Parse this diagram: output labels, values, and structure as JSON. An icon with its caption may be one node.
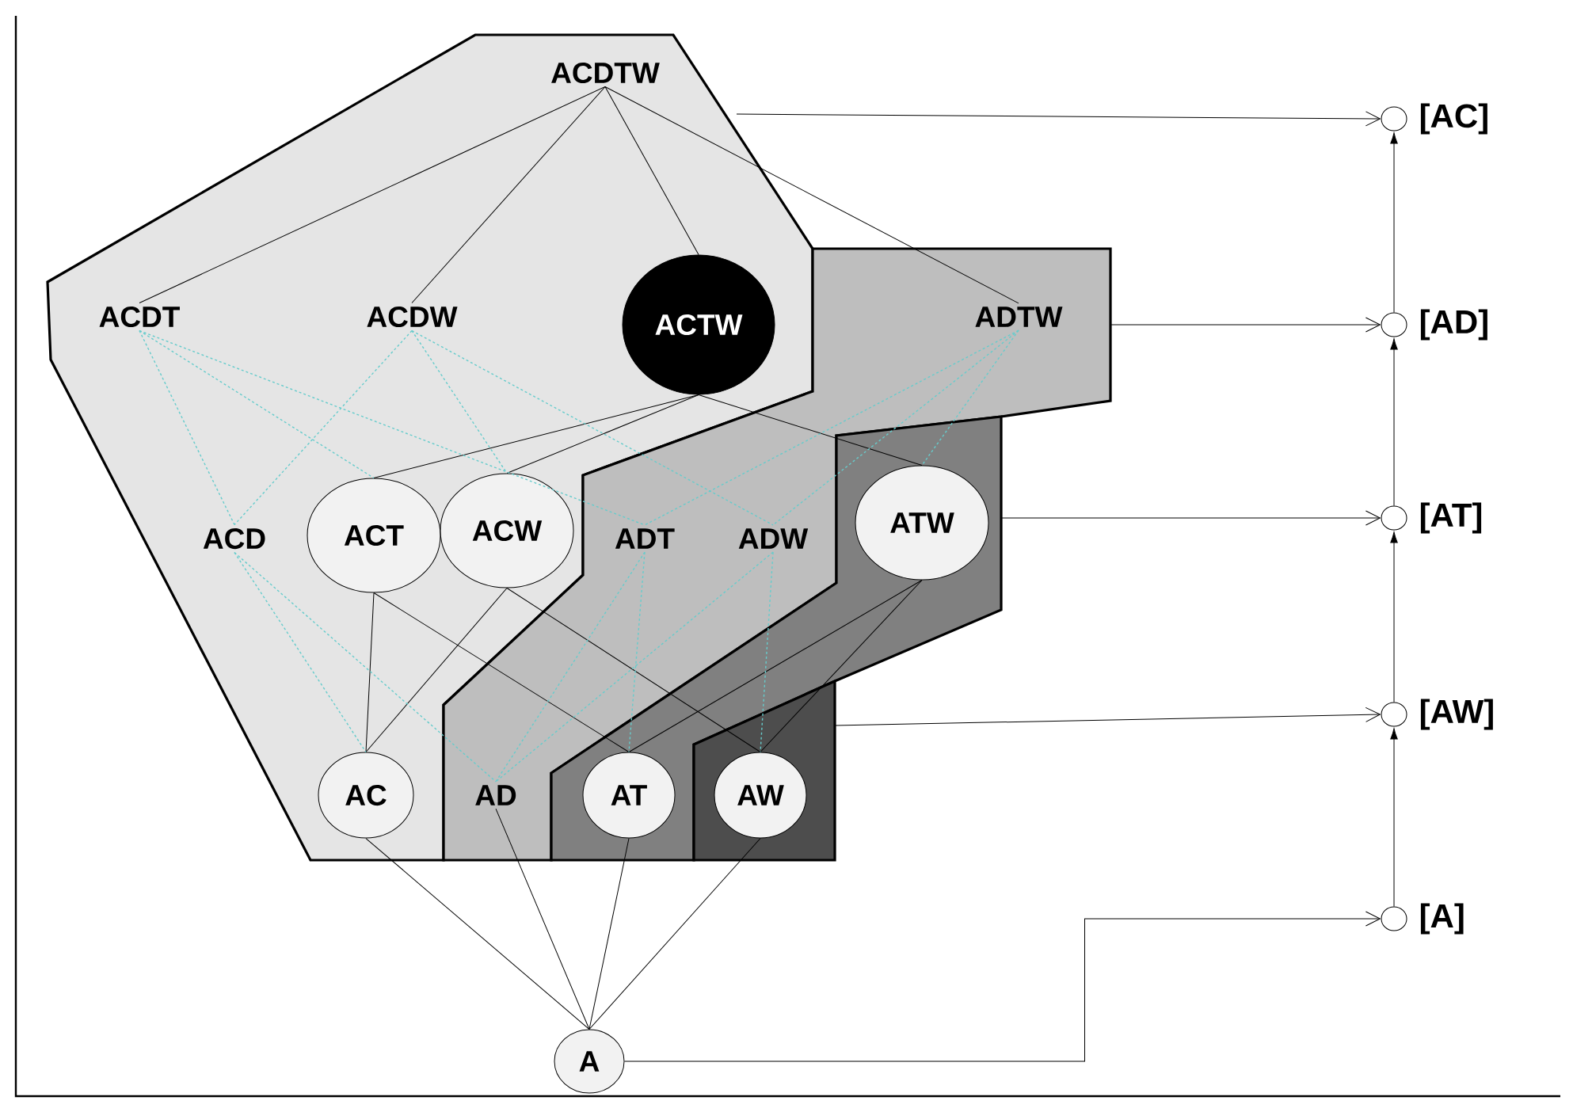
{
  "diagram": {
    "nodes": [
      {
        "text": [],
        "shape": "polygon"
      },
      {
        "text": [
          "ACDTW"
        ],
        "in": 0
      },
      {
        "text": [
          "ACDT"
        ],
        "in": 0
      },
      {
        "text": [
          "ACDW"
        ],
        "in": 0
      },
      {
        "text": [
          "ACTW"
        ],
        "in": 0
      },
      {
        "text": [
          "ACD"
        ],
        "in": 0
      },
      {
        "text": [
          "ACT"
        ],
        "in": 0
      },
      {
        "text": [
          "ACW"
        ],
        "in": 0
      },
      {
        "text": [
          "AC"
        ],
        "in": 0
      },
      {
        "text": [],
        "shape": "polygon"
      },
      {
        "text": [
          "ADTW"
        ],
        "in": 9
      },
      {
        "text": [
          "ADT"
        ],
        "in": 9
      },
      {
        "text": [
          "ADW"
        ],
        "in": 9
      },
      {
        "text": [
          "AD"
        ],
        "in": 9
      },
      {
        "text": [],
        "shape": "polygon"
      },
      {
        "text": [
          "ATW"
        ],
        "in": 14
      },
      {
        "text": [
          "AT"
        ],
        "in": 14
      },
      {
        "text": [],
        "shape": "polygon"
      },
      {
        "text": [
          "AW"
        ],
        "in": 17
      },
      {
        "text": [
          "A"
        ]
      },
      {
        "text": [],
        "shape": "circle",
        "beside": [
          "[AC]"
        ]
      },
      {
        "text": [],
        "shape": "circle",
        "beside": [
          "[AD]"
        ]
      },
      {
        "text": [],
        "shape": "circle",
        "beside": [
          "[AT]"
        ]
      },
      {
        "text": [],
        "shape": "circle",
        "beside": [
          "[AW]"
        ]
      },
      {
        "text": [],
        "shape": "circle",
        "beside": [
          "[A]"
        ]
      }
    ],
    "edges": [
      {
        "from": 1,
        "to": 2,
        "arrow": "none"
      },
      {
        "from": 1,
        "to": 3,
        "arrow": "none"
      },
      {
        "from": 1,
        "to": 4,
        "arrow": "none"
      },
      {
        "from": 1,
        "to": 10,
        "arrow": "none"
      },
      {
        "from": 4,
        "to": 6,
        "arrow": "none"
      },
      {
        "from": 4,
        "to": 7,
        "arrow": "none"
      },
      {
        "from": 4,
        "to": 15,
        "arrow": "none"
      },
      {
        "from": 6,
        "to": 8,
        "arrow": "none"
      },
      {
        "from": 6,
        "to": 16,
        "arrow": "none"
      },
      {
        "from": 7,
        "to": 8,
        "arrow": "none"
      },
      {
        "from": 7,
        "to": 18,
        "arrow": "none"
      },
      {
        "from": 15,
        "to": 16,
        "arrow": "none"
      },
      {
        "from": 15,
        "to": 18,
        "arrow": "none"
      },
      {
        "from": 8,
        "to": 19,
        "arrow": "none"
      },
      {
        "from": 13,
        "to": 19,
        "arrow": "none"
      },
      {
        "from": 16,
        "to": 19,
        "arrow": "none"
      },
      {
        "from": 18,
        "to": 19,
        "arrow": "none"
      },
      {
        "from": 2,
        "to": 5,
        "arrow": "none",
        "style": "dashed",
        "color": "#66cccc"
      },
      {
        "from": 2,
        "to": 6,
        "arrow": "none",
        "style": "dashed",
        "color": "#66cccc"
      },
      {
        "from": 2,
        "to": 11,
        "arrow": "none",
        "style": "dashed",
        "color": "#66cccc"
      },
      {
        "from": 3,
        "to": 5,
        "arrow": "none",
        "style": "dashed",
        "color": "#66cccc"
      },
      {
        "from": 3,
        "to": 7,
        "arrow": "none",
        "style": "dashed",
        "color": "#66cccc"
      },
      {
        "from": 3,
        "to": 12,
        "arrow": "none",
        "style": "dashed",
        "color": "#66cccc"
      },
      {
        "from": 10,
        "to": 11,
        "arrow": "none",
        "style": "dashed",
        "color": "#66cccc"
      },
      {
        "from": 10,
        "to": 12,
        "arrow": "none",
        "style": "dashed",
        "color": "#66cccc"
      },
      {
        "from": 10,
        "to": 15,
        "arrow": "none",
        "style": "dashed",
        "color": "#66cccc"
      },
      {
        "from": 5,
        "to": 8,
        "arrow": "none",
        "style": "dashed",
        "color": "#66cccc"
      },
      {
        "from": 5,
        "to": 13,
        "arrow": "none",
        "style": "dashed",
        "color": "#66cccc"
      },
      {
        "from": 11,
        "to": 13,
        "arrow": "none",
        "style": "dashed",
        "color": "#66cccc"
      },
      {
        "from": 11,
        "to": 16,
        "arrow": "none",
        "style": "dashed",
        "color": "#66cccc"
      },
      {
        "from": 12,
        "to": 13,
        "arrow": "none",
        "style": "dashed",
        "color": "#66cccc"
      },
      {
        "from": 12,
        "to": 18,
        "arrow": "none",
        "style": "dashed",
        "color": "#66cccc"
      },
      {
        "from": 0,
        "to": 20,
        "arrow": "to"
      },
      {
        "from": 9,
        "to": 21,
        "arrow": "to"
      },
      {
        "from": 14,
        "to": 22,
        "arrow": "to"
      },
      {
        "from": 17,
        "to": 23,
        "arrow": "to"
      },
      {
        "from": 19,
        "to": 24,
        "arrow": "to"
      },
      {
        "from": 24,
        "to": 23,
        "arrow": "to"
      },
      {
        "from": 23,
        "to": 22,
        "arrow": "to"
      },
      {
        "from": 22,
        "to": 21,
        "arrow": "to"
      },
      {
        "from": 21,
        "to": 20,
        "arrow": "to"
      }
    ]
  }
}
